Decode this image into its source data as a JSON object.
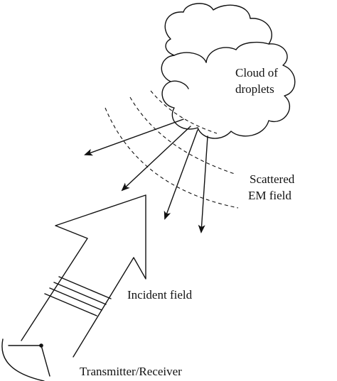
{
  "labels": {
    "cloud_line1": "Cloud of",
    "cloud_line2": "droplets",
    "scattered_line1": "Scattered",
    "scattered_line2": "EM field",
    "incident": "Incident field",
    "transceiver": "Transmitter/Receiver"
  },
  "icons": {
    "cloud": "cloud-icon",
    "antenna": "dish-antenna-icon",
    "beam": "beam-arrow-icon"
  }
}
